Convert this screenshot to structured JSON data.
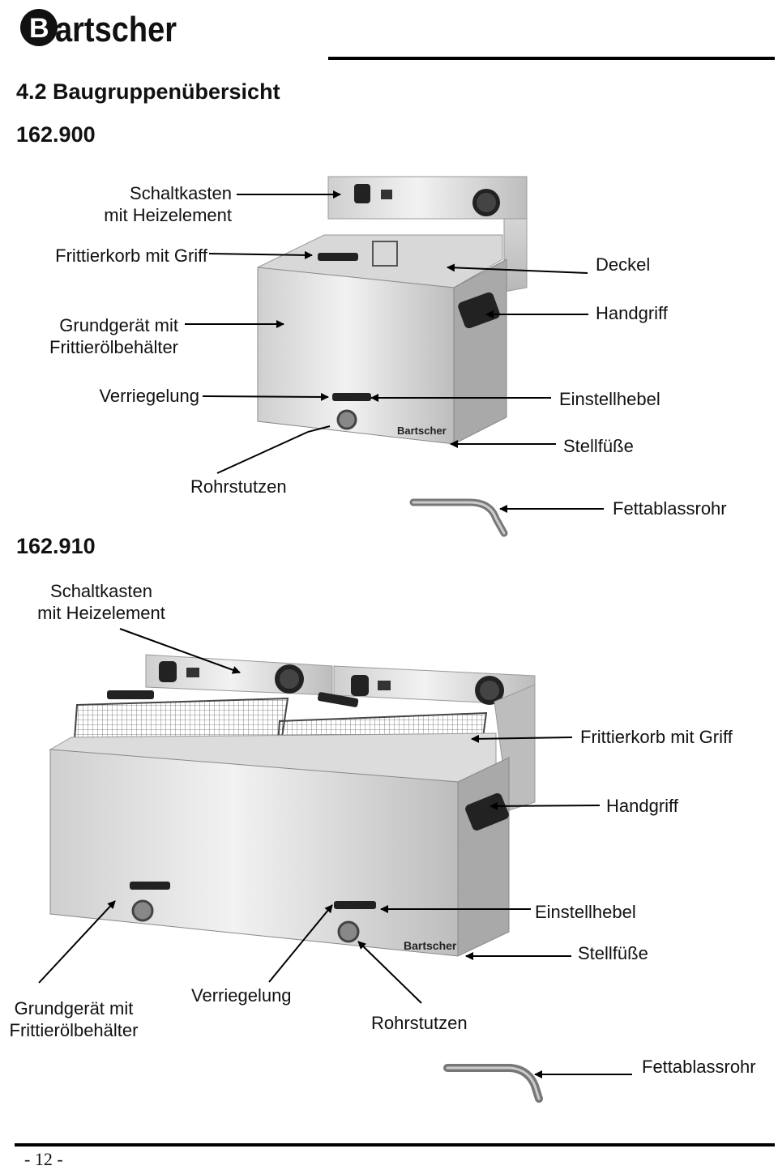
{
  "brand": "Bartscher",
  "section_title": "4.2 Baugruppenübersicht",
  "model_a": {
    "id": "162.900",
    "labels": {
      "schaltkasten": "Schaltkasten\nmit Heizelement",
      "frittierkorb": "Frittierkorb mit Griff",
      "grundgeraet": "Grundgerät mit\nFrittierölbehälter",
      "verriegelung": "Verriegelung",
      "deckel": "Deckel",
      "handgriff": "Handgriff",
      "einstellhebel": "Einstellhebel",
      "stellfuesse": "Stellfüße",
      "rohrstutzen": "Rohrstutzen",
      "fettablassrohr": "Fettablassrohr"
    }
  },
  "model_b": {
    "id": "162.910",
    "labels": {
      "schaltkasten": "Schaltkasten\nmit Heizelement",
      "frittierkorb": "Frittierkorb mit Griff",
      "handgriff": "Handgriff",
      "einstellhebel": "Einstellhebel",
      "stellfuesse": "Stellfüße",
      "grundgeraet": "Grundgerät mit\nFrittierölbehälter",
      "verriegelung": "Verriegelung",
      "rohrstutzen": "Rohrstutzen",
      "fettablassrohr": "Fettablassrohr"
    }
  },
  "page_number": "- 12 -"
}
